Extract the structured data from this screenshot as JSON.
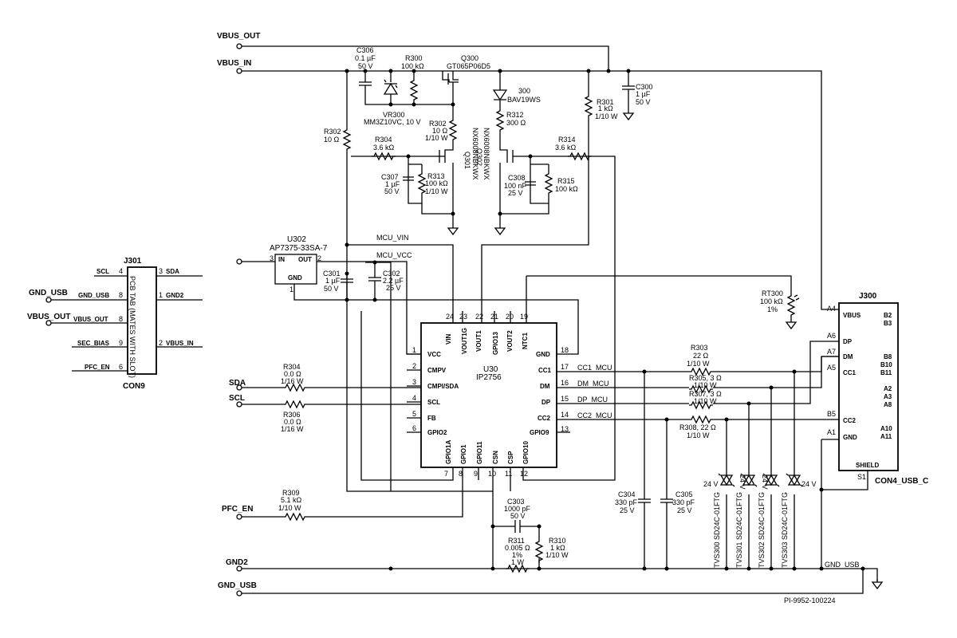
{
  "nets": {
    "vbus_out": "VBUS_OUT",
    "vbus_in": "VBUS_IN",
    "gnd_usb": "GND_USB",
    "vbus_out_left": "VBUS_OUT",
    "sda": "SDA",
    "scl": "SCL",
    "pfc_en": "PFC_EN",
    "gnd2": "GND2",
    "gnd_usb_bottom": "GND_USB",
    "gnd_usb_right": "GND_USB",
    "mcu_vin": "MCU_VIN",
    "mcu_vcc": "MCU_VCC",
    "cc1_mcu": "CC1_MCU",
    "dm_mcu": "DM_MCU",
    "dp_mcu": "DP_MCU",
    "cc2_mcu": "CC2_MCU"
  },
  "j301": {
    "ref": "J301",
    "body": "PCB TAB (MATES WITH SLOT)",
    "part": "CON9",
    "pins": [
      {
        "net": "SCL",
        "num": "4",
        "other_num": "3",
        "other_net": "SDA"
      },
      {
        "net": "GND_USB",
        "num": "8",
        "other_num": "1",
        "other_net": "GND2"
      },
      {
        "net": "VBUS_OUT",
        "num": "8",
        "other_num": "",
        "other_net": ""
      },
      {
        "net": "SEC_BIAS",
        "num": "9",
        "other_num": "2",
        "other_net": "VBUS_IN"
      },
      {
        "net": "PFC_EN",
        "num": "6",
        "other_num": "",
        "other_net": ""
      }
    ]
  },
  "u302": {
    "ref": "U302",
    "part": "AP7375-33SA-7",
    "in_label": "IN",
    "out_label": "OUT",
    "gnd_label": "GND",
    "pin_in": "3",
    "pin_out": "2",
    "pin_gnd": "1"
  },
  "u30": {
    "ref": "U30",
    "part": "IP2756",
    "left_pins": [
      {
        "num": "1",
        "name": "VCC"
      },
      {
        "num": "2",
        "name": "CMPV"
      },
      {
        "num": "3",
        "name": "CMPI/SDA"
      },
      {
        "num": "4",
        "name": "SCL"
      },
      {
        "num": "5",
        "name": "FB"
      },
      {
        "num": "6",
        "name": "GPIO2"
      }
    ],
    "right_pins": [
      {
        "num": "18",
        "name": "GND"
      },
      {
        "num": "17",
        "name": "CC1"
      },
      {
        "num": "16",
        "name": "DM"
      },
      {
        "num": "15",
        "name": "DP"
      },
      {
        "num": "14",
        "name": "CC2"
      },
      {
        "num": "13",
        "name": "GPIO9"
      }
    ],
    "top_pins": [
      {
        "num": "24",
        "name": "VIN"
      },
      {
        "num": "23",
        "name": "VOUT1G"
      },
      {
        "num": "22",
        "name": "VOUT1"
      },
      {
        "num": "21",
        "name": "GPIO13"
      },
      {
        "num": "20",
        "name": "VOUT2"
      },
      {
        "num": "19",
        "name": "NTC1"
      }
    ],
    "bottom_pins": [
      {
        "num": "7",
        "name": "GPIO1A"
      },
      {
        "num": "8",
        "name": "GPIO1"
      },
      {
        "num": "9",
        "name": "GPIO11"
      },
      {
        "num": "10",
        "name": "CSN"
      },
      {
        "num": "11",
        "name": "CSP"
      },
      {
        "num": "12",
        "name": "GPIO10"
      }
    ]
  },
  "j300": {
    "ref": "J300",
    "part": "CON4_USB_C",
    "shield": "SHIELD",
    "left_pins": [
      {
        "num": "A4",
        "name": "VBUS"
      },
      {
        "num": "A6",
        "name": "DP"
      },
      {
        "num": "A7",
        "name": "DM"
      },
      {
        "num": "A5",
        "name": "CC1"
      },
      {
        "num": "B5",
        "name": "CC2"
      },
      {
        "num": "A1",
        "name": "GND"
      }
    ],
    "right_labels": [
      "B2",
      "B3",
      "B8",
      "B10",
      "B11",
      "A2",
      "A3",
      "A8",
      "A10",
      "A11"
    ],
    "s1": "S1"
  },
  "parts": {
    "c306": [
      "C306",
      "0.1 µF",
      "50 V"
    ],
    "r300": [
      "R300",
      "100 kΩ"
    ],
    "q300": [
      "Q300",
      "GT065P06D5"
    ],
    "vr300": [
      "VR300",
      "MM3Z10VC, 10 V"
    ],
    "d300": [
      "300",
      "BAV19WS"
    ],
    "r301": [
      "R301",
      "1 kΩ",
      "1/10 W"
    ],
    "c300": [
      "C300",
      "1 µF",
      "50 V"
    ],
    "r302a": [
      "R302",
      "10 Ω",
      "1/10 W"
    ],
    "r302b": [
      "R302",
      "10 Ω"
    ],
    "r312": [
      "R312",
      "300 Ω"
    ],
    "r304": [
      "R304",
      "3.6 kΩ"
    ],
    "r314": [
      "R314",
      "3.6 kΩ"
    ],
    "q301": [
      "Q301",
      "NX6008NBKWX"
    ],
    "q302": [
      "Q302",
      "NX6008NBKWX"
    ],
    "c307": [
      "C307",
      "1 µF",
      "50 V"
    ],
    "r313": [
      "R313",
      "100 kΩ",
      "1/10 W"
    ],
    "c308": [
      "C308",
      "100 nF",
      "25 V"
    ],
    "r315": [
      "R315",
      "100 kΩ"
    ],
    "c301": [
      "C301",
      "1 µF",
      "50 V"
    ],
    "c302": [
      "C302",
      "2.2 µF",
      "25 V"
    ],
    "rt300": [
      "RT300",
      "100 kΩ",
      "1%"
    ],
    "r303": [
      "R303",
      "22 Ω",
      "1/10 W"
    ],
    "r305": [
      "R305, 3 Ω",
      "1/10 W"
    ],
    "r307": [
      "R307, 3 Ω",
      "1/10 W"
    ],
    "r308": [
      "R308, 22 Ω",
      "1/10 W"
    ],
    "r304b": [
      "R304",
      "0.0 Ω",
      "1/16 W"
    ],
    "r306": [
      "R306",
      "0.0 Ω",
      "1/16 W"
    ],
    "r309": [
      "R309",
      "5.1 kΩ",
      "1/10 W"
    ],
    "c303": [
      "C303",
      "1000 pF",
      "50 V"
    ],
    "r311": [
      "R311",
      "0.005 Ω",
      "1%",
      "1 W"
    ],
    "r310": [
      "R310",
      "1 kΩ",
      "1/10 W"
    ],
    "c304": [
      "C304",
      "330 pF",
      "25 V"
    ],
    "c305": [
      "C305",
      "330 pF",
      "25 V"
    ],
    "tvs300": "TVS300 SD24C-01FTG",
    "tvs301": "TVS301 SD24C-01FTG",
    "tvs302": "TVS302 SD24C-01FTG",
    "tvs303": "TVS303 SD24C-01FTG",
    "tvs_v": "24 V"
  },
  "footer": "PI-9952-100224"
}
